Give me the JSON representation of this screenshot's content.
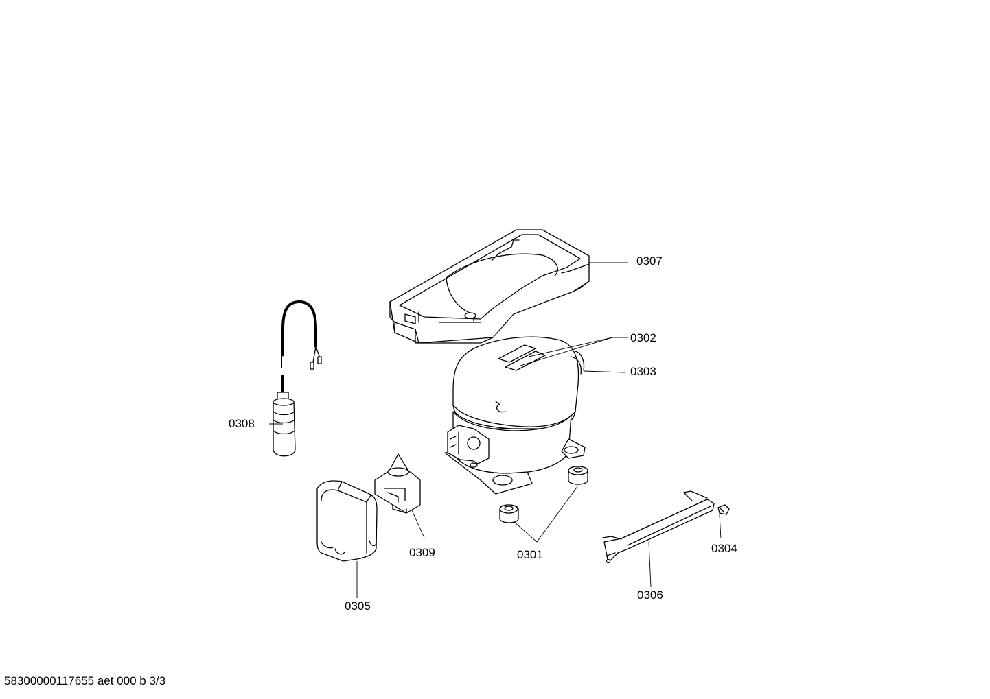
{
  "drawing": {
    "footer_text": "58300000117655 aet 000 b 3/3",
    "callouts": {
      "p0301": "0301",
      "p0302": "0302",
      "p0303": "0303",
      "p0304": "0304",
      "p0305": "0305",
      "p0306": "0306",
      "p0307": "0307",
      "p0308": "0308",
      "p0309": "0309"
    }
  }
}
